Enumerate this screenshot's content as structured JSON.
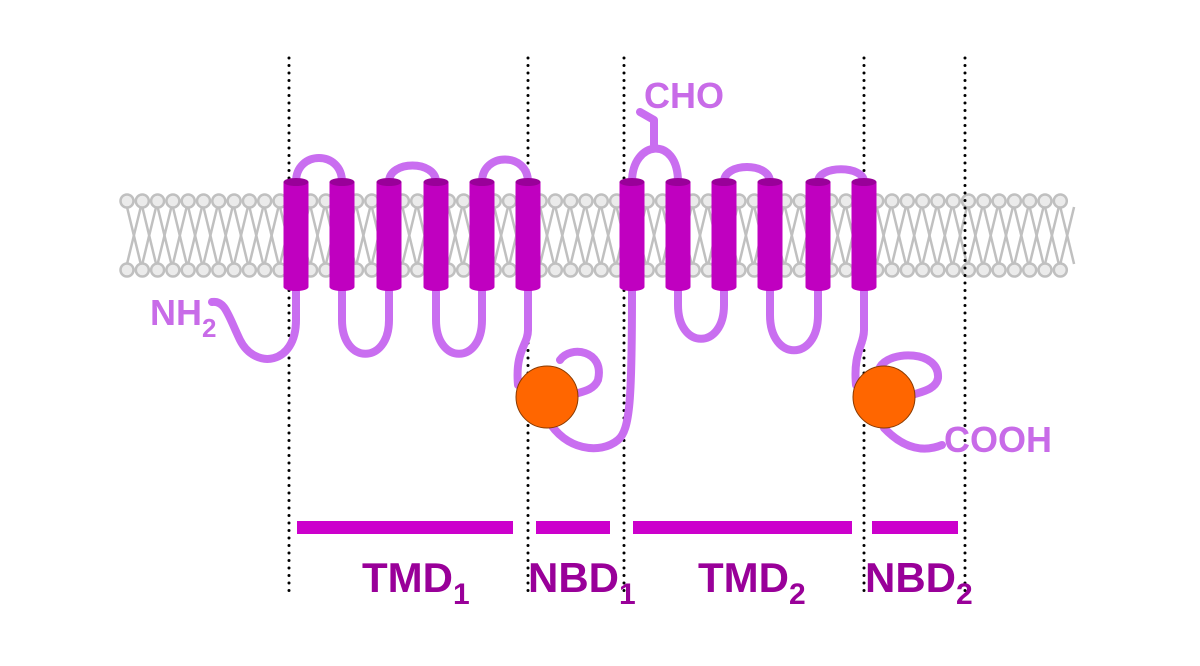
{
  "labels": {
    "nh2": {
      "main": "NH",
      "sub": "2"
    },
    "cho": "CHO",
    "cooh": "COOH"
  },
  "domains": [
    {
      "main": "TMD",
      "sub": "1"
    },
    {
      "main": "NBD",
      "sub": "1"
    },
    {
      "main": "TMD",
      "sub": "2"
    },
    {
      "main": "NBD",
      "sub": "2"
    }
  ],
  "colors": {
    "helix": "#c000c0",
    "helix_top": "#990099",
    "loop": "#c96ef0",
    "nbd": "#ff6600",
    "bar": "#cc00cc",
    "domain_label": "#990099",
    "label": "#c86be8",
    "membrane": "#c0c0c0",
    "head_fill": "#ebebeb"
  }
}
